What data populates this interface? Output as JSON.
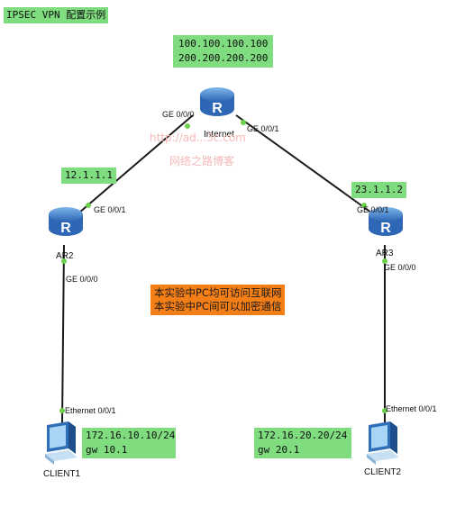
{
  "title": "IPSEC VPN 配置示例",
  "internet": {
    "name": "Internet",
    "ips": [
      "100.100.100.100",
      "200.200.200.200"
    ],
    "port_left": "GE 0/0/0",
    "port_right": "GE 0/0/1"
  },
  "ar2": {
    "name": "AR2",
    "ip": "12.1.1.1",
    "port_up": "GE 0/0/1",
    "port_down": "GE 0/0/0"
  },
  "ar3": {
    "name": "AR3",
    "ip": "23.1.1.2",
    "port_up": "GE 0/0/1",
    "port_down": "GE 0/0/0"
  },
  "client1": {
    "name": "CLIENT1",
    "port": "Ethernet 0/0/1",
    "ip": "172.16.10.10/24",
    "gw": "gw 10.1"
  },
  "client2": {
    "name": "CLIENT2",
    "port": "Ethernet 0/0/1",
    "ip": "172.16.20.20/24",
    "gw": "gw 20.1"
  },
  "notes": [
    "本实验中PC均可访问互联网",
    "本实验中PC间可以加密通信"
  ],
  "watermark": {
    "url": "http://ad...3c.com",
    "site": "网络之路博客"
  },
  "colors": {
    "label_green": "#7fdc7f",
    "note_orange": "#f57f17",
    "link": "#1a1a1a",
    "port_dot": "#6dd04a",
    "router_blue": "#3a78c2"
  }
}
